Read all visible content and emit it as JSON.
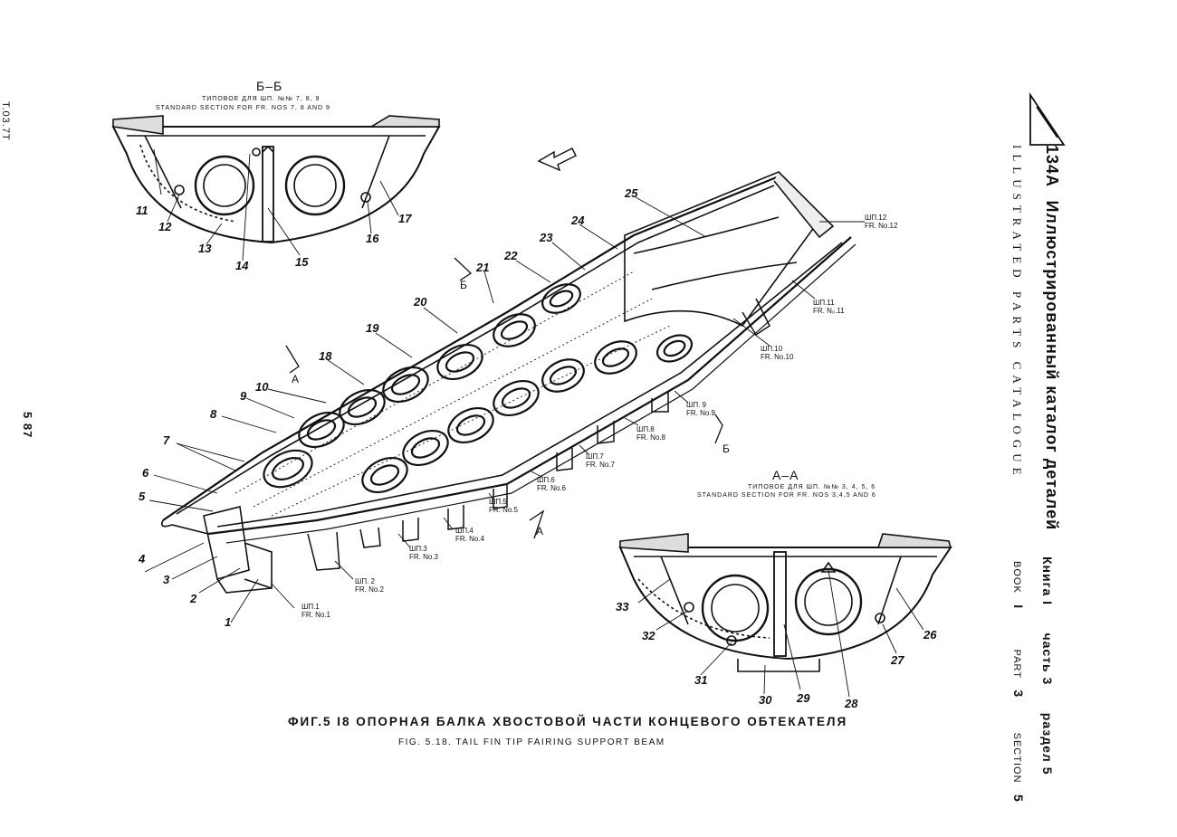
{
  "header": {
    "model": "134A",
    "title_ru": "Иллюстрированный каталог деталей",
    "title_en": "ILLUSTRATED PARTS CATALOGUE",
    "book_ru": "Книга I",
    "part_ru": "часть 3",
    "section_ru": "раздел 5",
    "book_en": "BOOK",
    "book_num": "I",
    "part_en": "PART",
    "part_num": "3",
    "section_en": "SECTION",
    "section_num": "5"
  },
  "margin": {
    "top_code": "T.03.7T",
    "page_number": "5 87"
  },
  "section_bb": {
    "title": "Б–Б",
    "sub_ru": "ТИПОВОЕ ДЛЯ ШП. №№ 7, 8, 9",
    "sub_en": "STANDARD  SECTION  FOR FR. NOS 7, 8 AND 9"
  },
  "section_aa": {
    "title": "А–А",
    "sub_ru": "ТИПОВОЕ ДЛЯ ШП. №№ 3, 4, 5, 6",
    "sub_en": "STANDARD SECTION  FOR FR. NOS 3,4,5 AND 6"
  },
  "cut_markers": {
    "a_top": "А",
    "a_bottom": "А",
    "b_top": "Б",
    "b_bottom": "Б"
  },
  "callouts": {
    "c1": "1",
    "c2": "2",
    "c3": "3",
    "c4": "4",
    "c5": "5",
    "c6": "6",
    "c7": "7",
    "c8": "8",
    "c9": "9",
    "c10": "10",
    "c11": "11",
    "c12": "12",
    "c13": "13",
    "c14": "14",
    "c15": "15",
    "c16": "16",
    "c17": "17",
    "c18": "18",
    "c19": "19",
    "c20": "20",
    "c21": "21",
    "c22": "22",
    "c23": "23",
    "c24": "24",
    "c25": "25",
    "c26": "26",
    "c27": "27",
    "c28": "28",
    "c29": "29",
    "c30": "30",
    "c31": "31",
    "c32": "32",
    "c33": "33"
  },
  "frames": [
    {
      "ru": "ШП.1",
      "en": "FR. No.1"
    },
    {
      "ru": "ШП. 2",
      "en": "FR. No.2"
    },
    {
      "ru": "ШП.3",
      "en": "FR. No.3"
    },
    {
      "ru": "ШП.4",
      "en": "FR. No.4"
    },
    {
      "ru": "ШП.5",
      "en": "FR. No.5"
    },
    {
      "ru": "ШП.6",
      "en": "FR. No.6"
    },
    {
      "ru": "ШП.7",
      "en": "FR. No.7"
    },
    {
      "ru": "ШП.8",
      "en": "FR. No.8"
    },
    {
      "ru": "ШП. 9",
      "en": "FR. No.9"
    },
    {
      "ru": "ШП.10",
      "en": "FR. No.10"
    },
    {
      "ru": "ШП.11",
      "en": "FR. N₀.11"
    },
    {
      "ru": "ШП.12",
      "en": "FR. No.12"
    }
  ],
  "caption": {
    "ru": "ФИГ.5 I8   ОПОРНАЯ   БАЛКА   ХВОСТОВОЙ   ЧАСТИ   КОНЦЕВОГО   ОБТЕКАТЕЛЯ",
    "en": "FIG. 5.18. TAIL FIN TIP FAIRING SUPPORT BEAM"
  },
  "colors": {
    "ink": "#111111",
    "paper": "#ffffff"
  }
}
